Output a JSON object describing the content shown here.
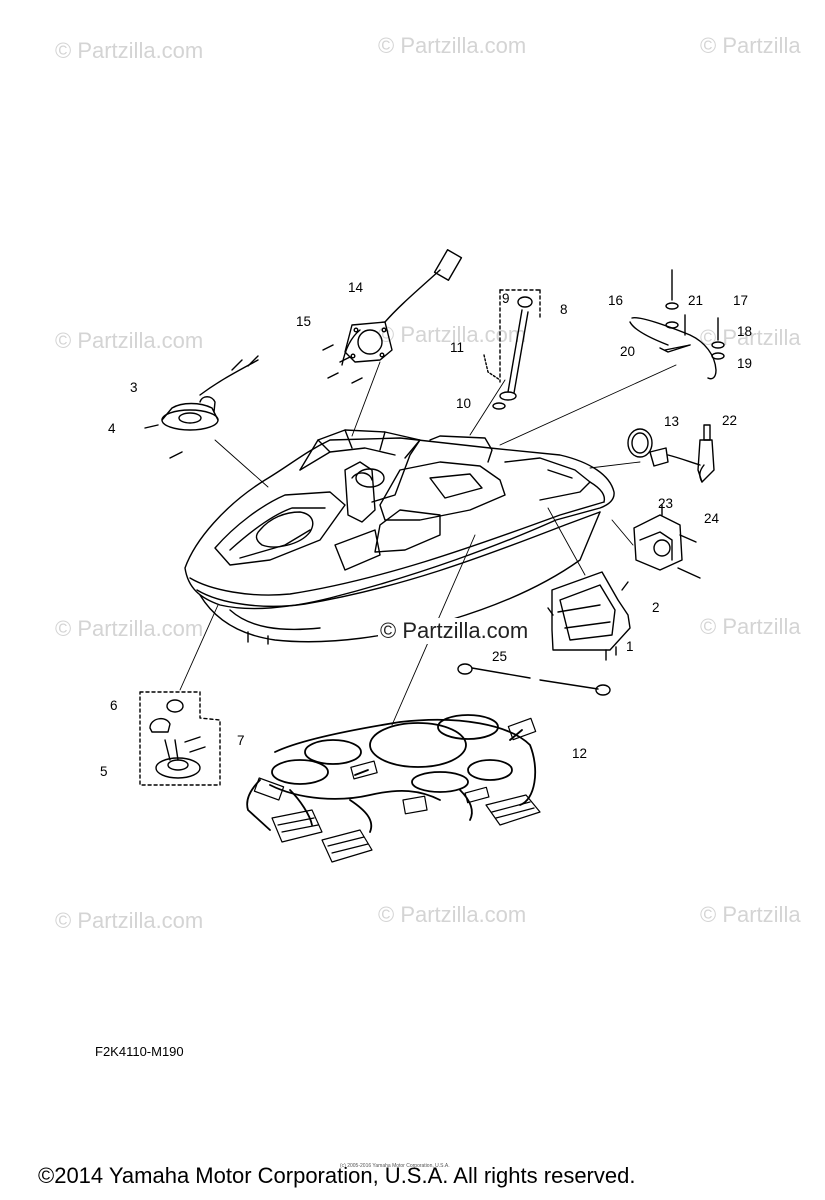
{
  "watermarks": {
    "text": "© Partzilla.com",
    "short_text": "© Partzilla"
  },
  "center_watermark": "© Partzilla.com",
  "callouts": {
    "c1": "1",
    "c2": "2",
    "c3": "3",
    "c4": "4",
    "c5": "5",
    "c6": "6",
    "c7": "7",
    "c8": "8",
    "c9": "9",
    "c10": "10",
    "c11": "11",
    "c12": "12",
    "c13": "13",
    "c14": "14",
    "c15": "15",
    "c16": "16",
    "c17": "17",
    "c18": "18",
    "c19": "19",
    "c20": "20",
    "c21": "21",
    "c22": "22",
    "c23": "23",
    "c24": "24",
    "c25": "25"
  },
  "diagram_code": "F2K4110-M190",
  "copyright": "©2014 Yamaha Motor Corporation, U.S.A. All rights reserved.",
  "tiny_copyright": "(c) 2005-2016 Yamaha Motor Corporation, U.S.A."
}
